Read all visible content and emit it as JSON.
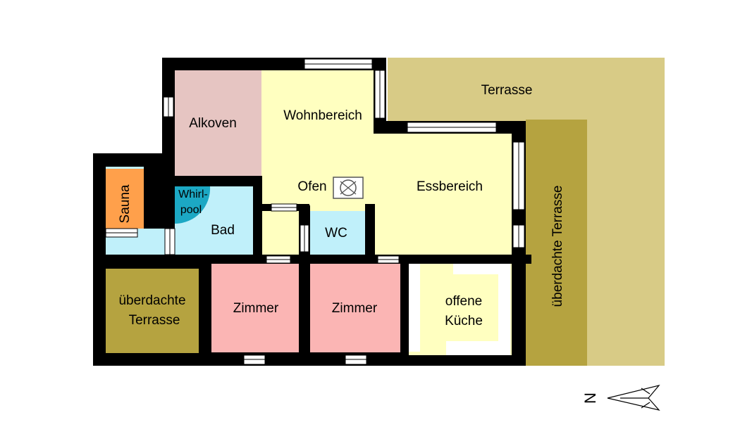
{
  "colors": {
    "terrace": "#d8cb86",
    "covered_terrace": "#b5a340",
    "alcove": "#e6c5c2",
    "living": "#ffffc0",
    "sauna": "#ffa04b",
    "bathroom": "#c0f0fa",
    "whirlpool": "#1ca8c4",
    "room": "#fbb5b4",
    "wall": "#000000",
    "window": "#ffffff"
  },
  "rooms": {
    "terrasse": "Terrasse",
    "covered_terrace_east": "überdachte Terrasse",
    "covered_terrace_west_line1": "überdachte",
    "covered_terrace_west_line2": "Terrasse",
    "alkoven": "Alkoven",
    "wohnbereich": "Wohnbereich",
    "ofen": "Ofen",
    "essbereich": "Essbereich",
    "sauna": "Sauna",
    "whirlpool_line1": "Whirl-",
    "whirlpool_line2": "pool",
    "bad": "Bad",
    "wc": "WC",
    "zimmer_1": "Zimmer",
    "zimmer_2": "Zimmer",
    "kueche_line1": "offene",
    "kueche_line2": "Küche"
  },
  "compass": {
    "label": "N",
    "icon": "north-arrow-icon"
  }
}
